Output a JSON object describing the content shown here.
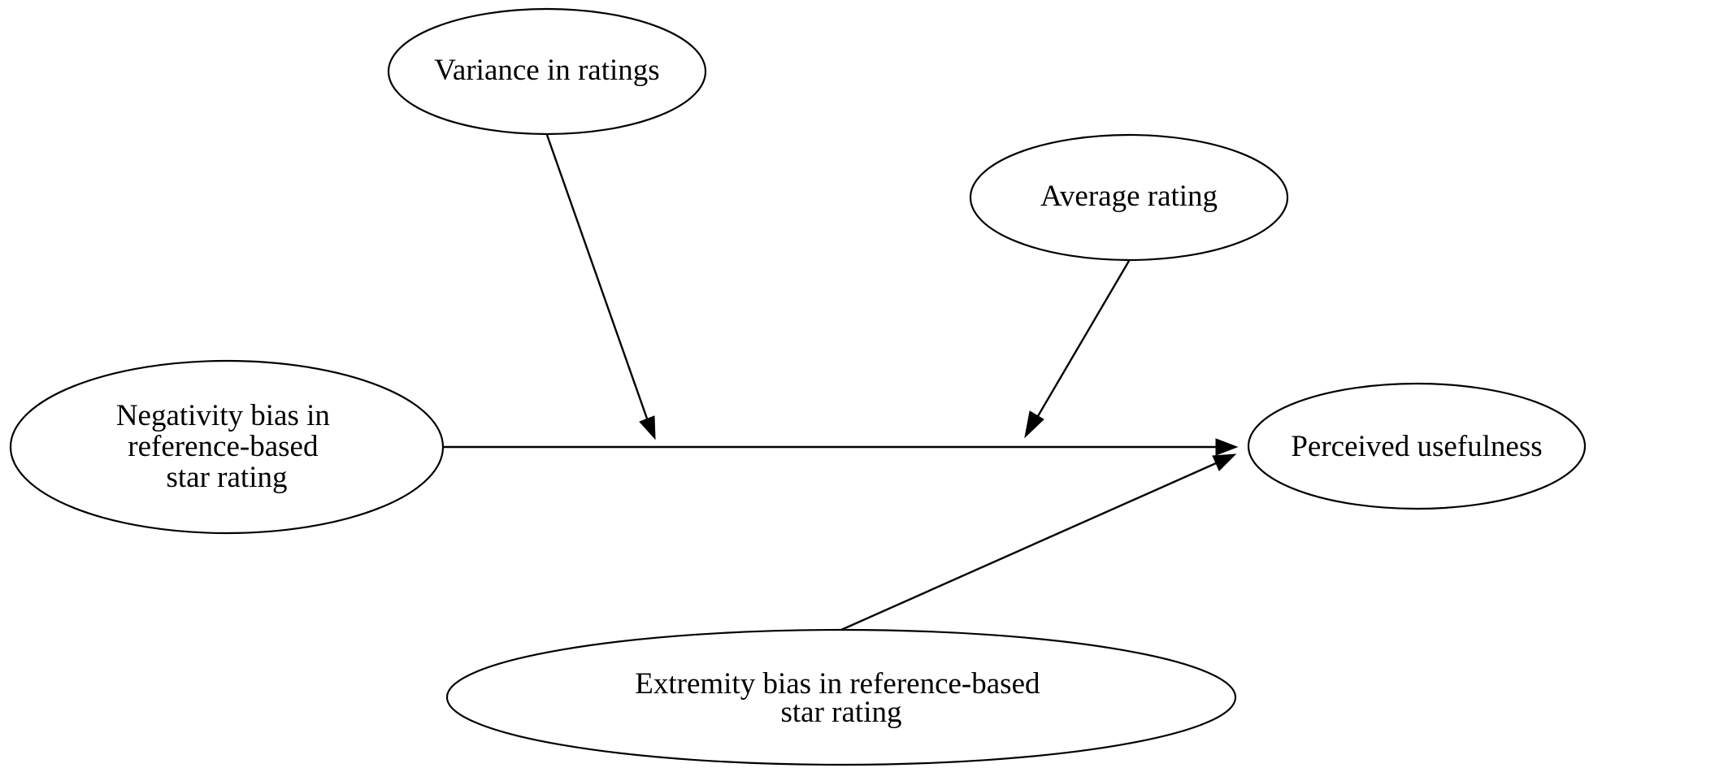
{
  "diagram": {
    "nodes": {
      "variance": {
        "lines": [
          "Variance in ratings"
        ]
      },
      "average": {
        "lines": [
          "Average rating"
        ]
      },
      "negativity": {
        "lines": [
          "Negativity bias in",
          "reference-based",
          "star rating"
        ]
      },
      "perceived": {
        "lines": [
          "Perceived usefulness"
        ]
      },
      "extremity": {
        "lines": [
          "Extremity bias in reference-based",
          "star rating"
        ]
      }
    },
    "edges": [
      {
        "from": "negativity",
        "to": "perceived",
        "type": "direct-effect"
      },
      {
        "from": "variance",
        "to": "negativity->perceived",
        "type": "moderation"
      },
      {
        "from": "average",
        "to": "negativity->perceived",
        "type": "moderation"
      },
      {
        "from": "extremity",
        "to": "perceived",
        "type": "direct-effect"
      }
    ]
  }
}
